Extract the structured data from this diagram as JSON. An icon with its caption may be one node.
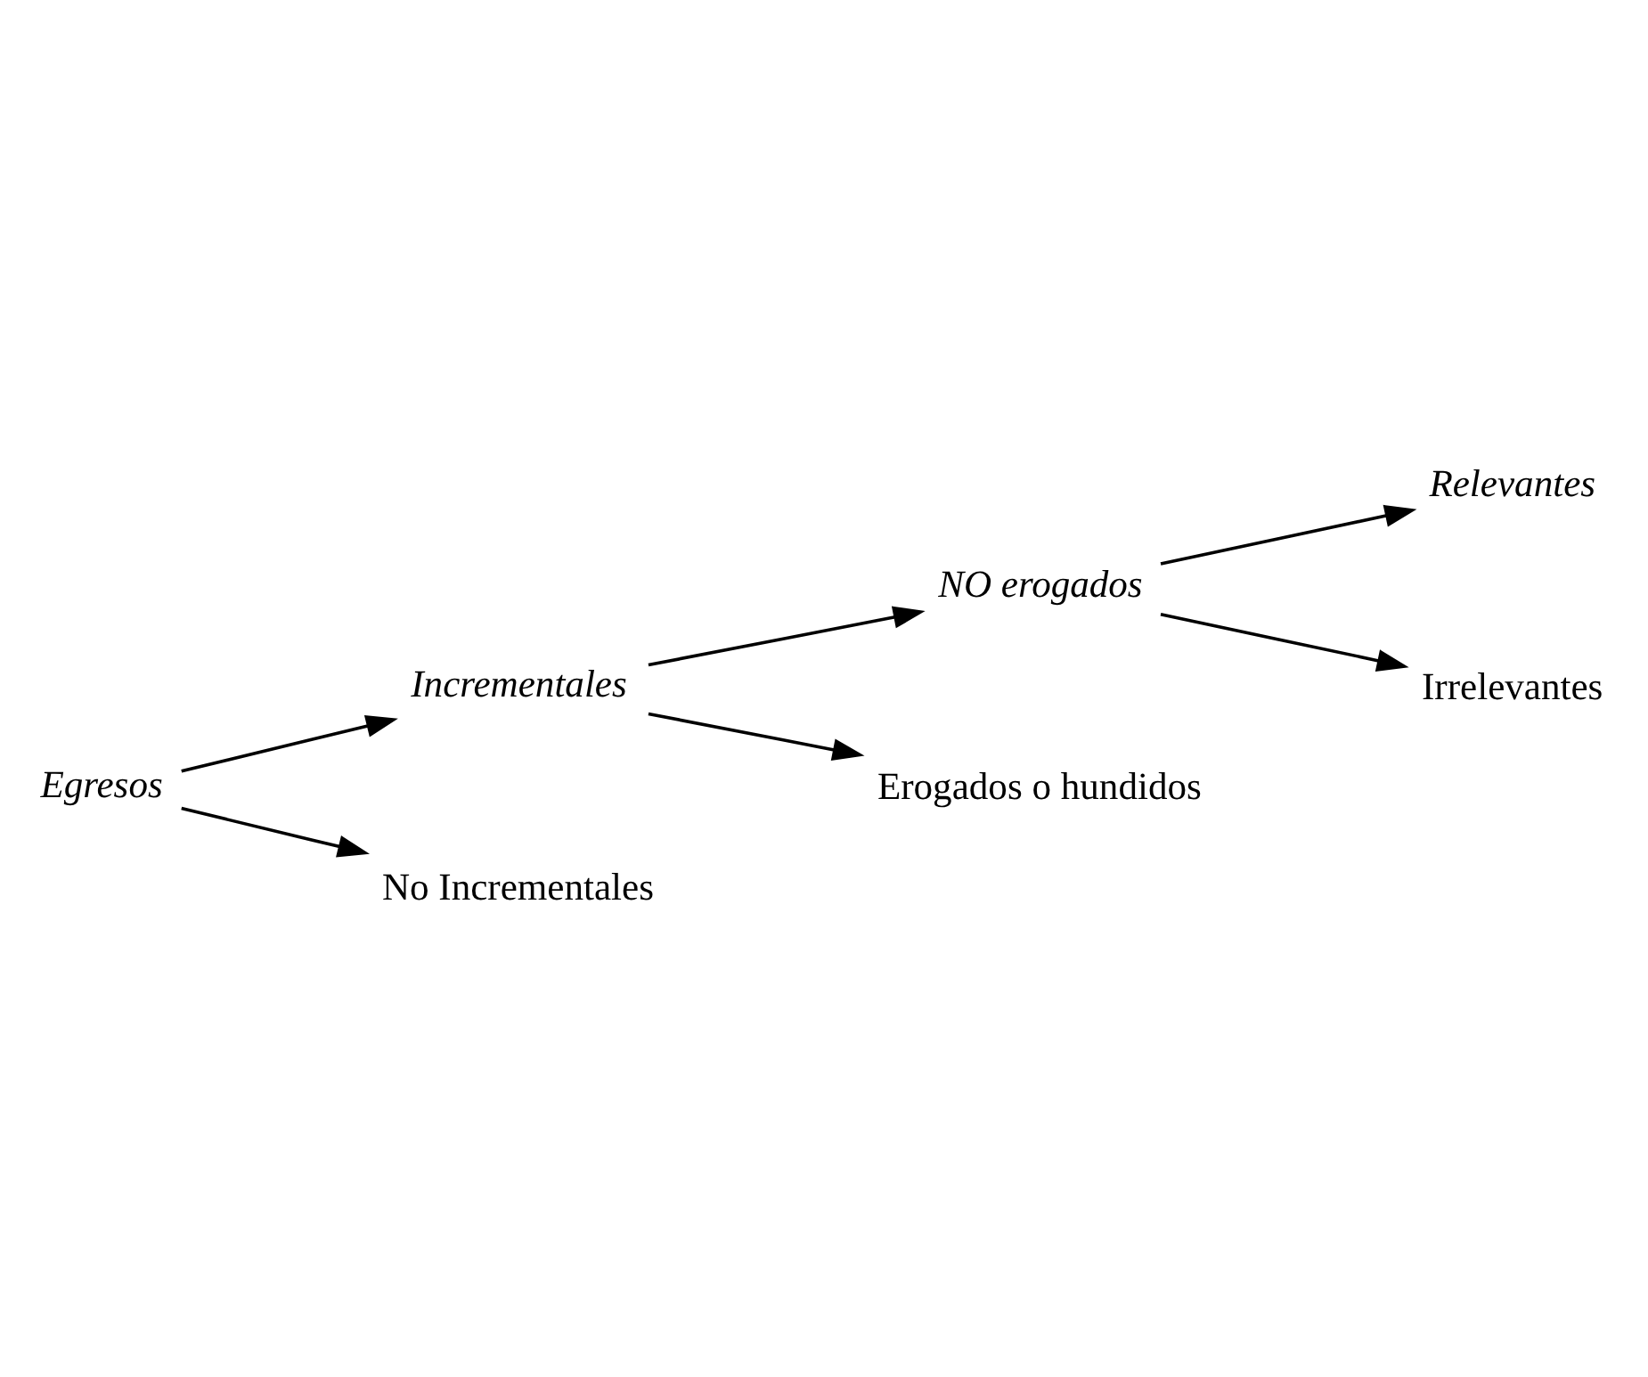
{
  "diagram": {
    "nodes": [
      {
        "text": [
          "Egresos"
        ]
      },
      {
        "text": [
          "Incrementales"
        ]
      },
      {
        "text": [
          "No Incrementales"
        ]
      },
      {
        "text": [
          "NO erogados"
        ]
      },
      {
        "text": [
          "Erogados o hundidos"
        ]
      },
      {
        "text": [
          "Relevantes"
        ]
      },
      {
        "text": [
          "Irrelevantes"
        ]
      }
    ],
    "edges": [
      {
        "from": 0,
        "to": 1,
        "arrow": "to"
      },
      {
        "from": 0,
        "to": 2,
        "arrow": "to"
      },
      {
        "from": 1,
        "to": 3,
        "arrow": "to"
      },
      {
        "from": 1,
        "to": 4,
        "arrow": "to"
      },
      {
        "from": 3,
        "to": 5,
        "arrow": "to"
      },
      {
        "from": 3,
        "to": 6,
        "arrow": "to"
      }
    ]
  }
}
